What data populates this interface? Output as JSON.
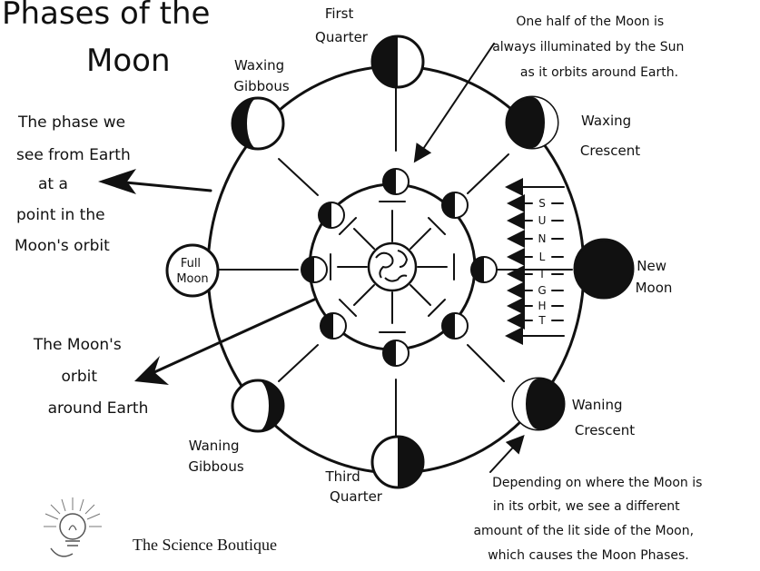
{
  "title": {
    "line1": "Phases of the",
    "line2": "Moon"
  },
  "phases": {
    "first_quarter": [
      "First",
      "Quarter"
    ],
    "waxing_gibbous": [
      "Waxing",
      "Gibbous"
    ],
    "waxing_crescent": [
      "Waxing",
      "Crescent"
    ],
    "new_moon": [
      "New",
      "Moon"
    ],
    "full_moon": [
      "Full",
      "Moon"
    ],
    "waning_crescent": [
      "Waning",
      "Crescent"
    ],
    "waning_gibbous": [
      "Waning",
      "Gibbous"
    ],
    "third_quarter": [
      "Third",
      "Quarter"
    ]
  },
  "notes": {
    "half_lit": [
      "One half of the Moon is",
      "always illuminated by the Sun",
      "as it orbits around Earth."
    ],
    "phase_seen": [
      "The phase we",
      "see from Earth",
      "at a",
      "point in the",
      "Moon's orbit"
    ],
    "orbit": [
      "The Moon's",
      "orbit",
      "around Earth"
    ],
    "depending": [
      "Depending on where the Moon is",
      "in its orbit, we see a different",
      "amount of the lit side of the Moon,",
      "which causes the Moon Phases."
    ]
  },
  "sun_letters": [
    "S",
    "U",
    "N",
    "L",
    "I",
    "G",
    "H",
    "T"
  ],
  "logo": {
    "text": "The Science Boutique",
    "icon": "lightbulb-icon"
  },
  "colors": {
    "ink": "#111111",
    "paper": "#ffffff"
  }
}
